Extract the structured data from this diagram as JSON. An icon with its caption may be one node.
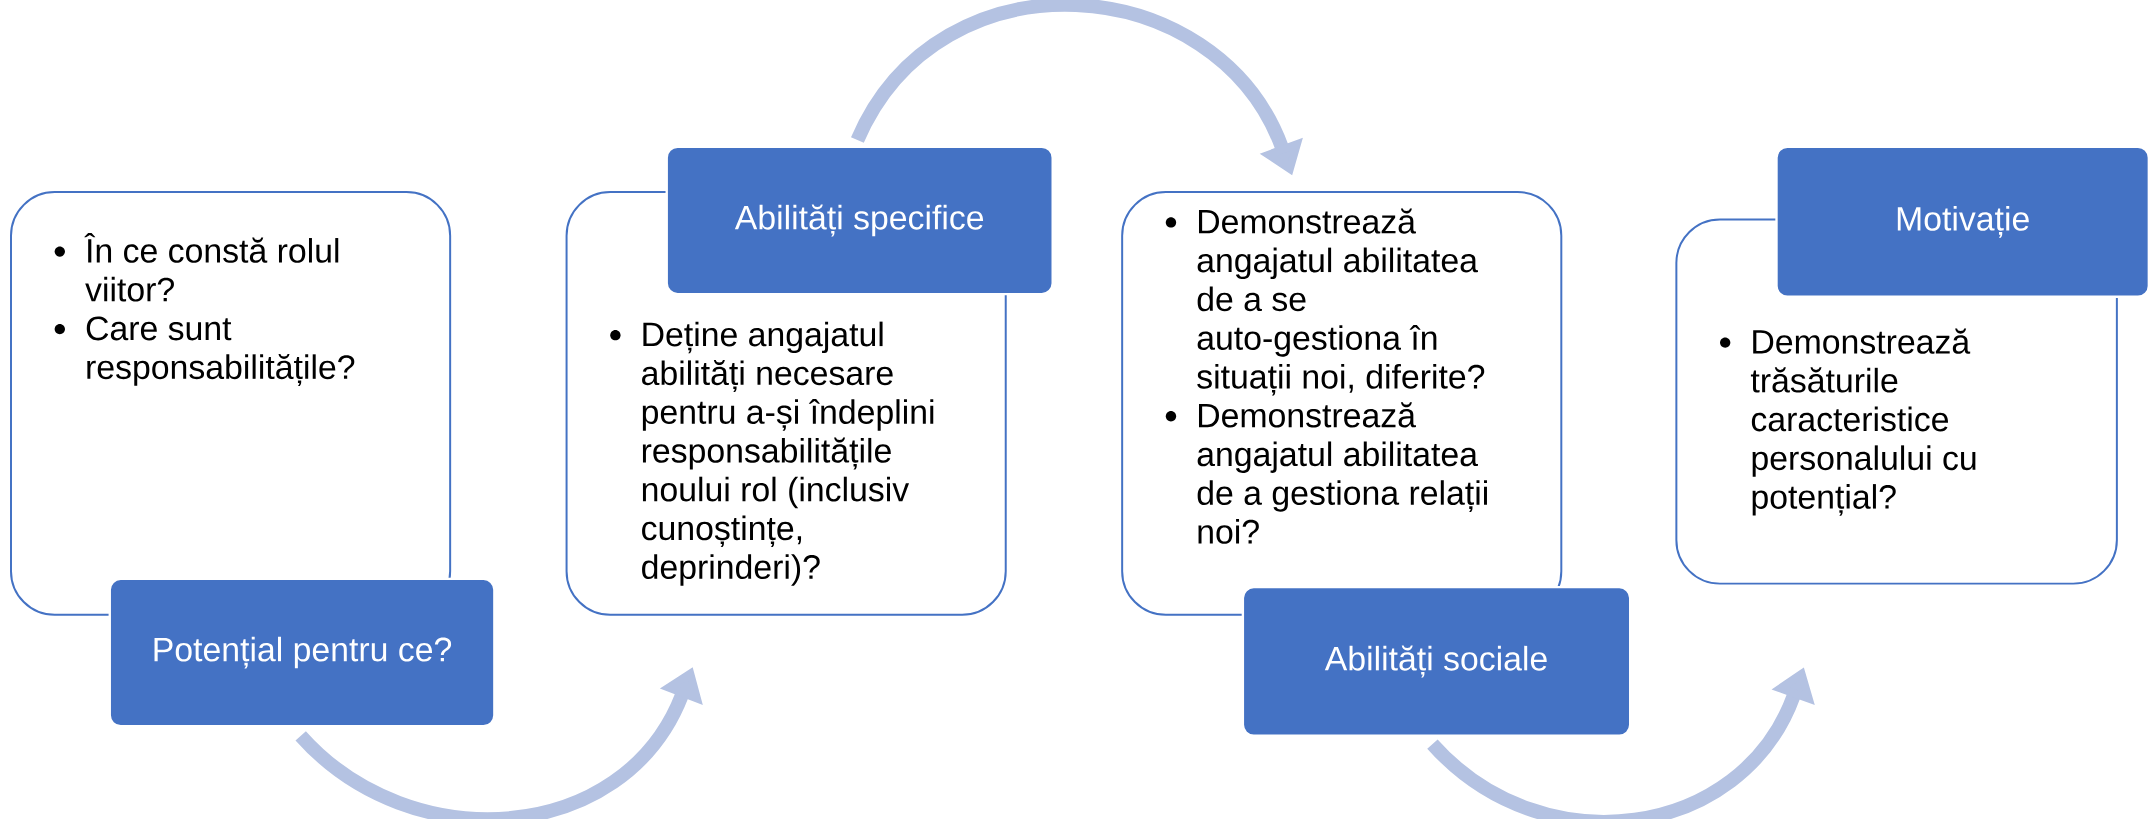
{
  "diagram": {
    "nodes": [
      {
        "text": [
          "În ce constă rolul viitor?",
          "Care sunt responsabilitățile?"
        ]
      },
      {
        "text": [
          "Potențial pentru ce?"
        ]
      },
      {
        "text": [
          "Abilități specifice"
        ]
      },
      {
        "text": [
          "Deține angajatul abilități necesare pentru a-și îndeplini responsabilitățile noului rol (inclusiv cunoștințe, deprinderi)?"
        ]
      },
      {
        "text": [
          "Demonstrează angajatul abilitatea de a se auto-gestiona în situații noi, diferite?",
          "Demonstrează angajatul abilitatea de a gestiona relații noi?"
        ]
      },
      {
        "text": [
          "Abilități sociale"
        ]
      },
      {
        "text": [
          "Motivație"
        ]
      },
      {
        "text": [
          "Demonstrează trăsăturile caracteristice personalului cu potențial?"
        ]
      }
    ],
    "edges": [
      {
        "from": 1,
        "to": 3,
        "arrow": "to"
      },
      {
        "from": 2,
        "to": 4,
        "arrow": "to"
      },
      {
        "from": 5,
        "to": 7,
        "arrow": "to"
      }
    ]
  }
}
